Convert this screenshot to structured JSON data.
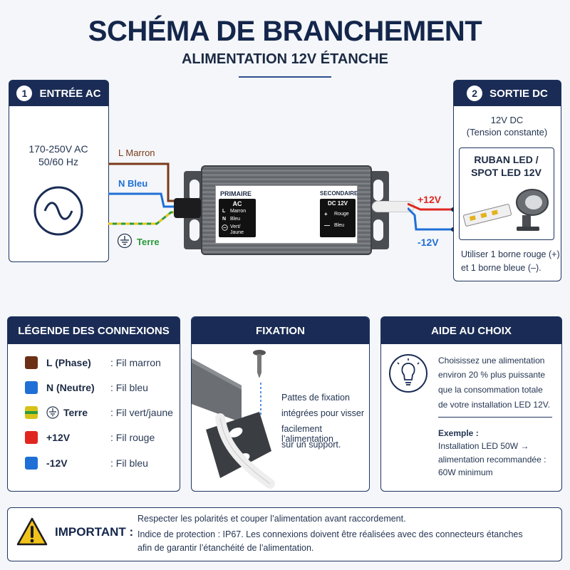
{
  "header": {
    "title": "SCHÉMA DE BRANCHEMENT",
    "subtitle": "ALIMENTATION 12V ÉTANCHE"
  },
  "input_panel": {
    "number": "1",
    "title": "ENTRÉE AC",
    "voltage": "170-250V AC",
    "frequency": "50/60 Hz"
  },
  "output_panel": {
    "number": "2",
    "title": "SORTIE DC",
    "voltage": "12V DC",
    "mode": "(Tension constante)",
    "device_line1": "RUBAN LED /",
    "device_line2": "SPOT LED 12V",
    "note_line1": "Utiliser 1 borne rouge (+)",
    "note_line2": "et 1 borne bleue (–)."
  },
  "wires": {
    "l_label": "L Marron",
    "n_label": "N Bleu",
    "earth_label": "Terre",
    "plus_label": "+12V",
    "minus_label": "-12V",
    "colors": {
      "brown": "#7a3a1a",
      "blue": "#1f6fd6",
      "green": "#2a9a3a",
      "yellow": "#e6c81a",
      "red": "#e0261f"
    }
  },
  "device": {
    "primary_title": "PRIMAIRE",
    "primary_sub": "AC",
    "primary_rows": [
      "L",
      "Marron",
      "N",
      "Bleu",
      "Vert/",
      "Jaune"
    ],
    "secondary_title": "SECONDAIRE",
    "secondary_sub": "DC 12V",
    "secondary_rows": [
      "+",
      "Rouge",
      "—",
      "Bleu"
    ]
  },
  "legend": {
    "title": "LÉGENDE DES CONNEXIONS",
    "rows": [
      {
        "key": "L (Phase)",
        "value": ": Fil marron",
        "color": "#6b2f16"
      },
      {
        "key": "N (Neutre)",
        "value": ": Fil bleu",
        "color": "#1f6fd6"
      },
      {
        "key": "Terre",
        "value": ": Fil vert/jaune",
        "color": "#d8c21a"
      },
      {
        "key": "+12V",
        "value": ": Fil rouge",
        "color": "#e0261f"
      },
      {
        "key": "-12V",
        "value": ": Fil bleu",
        "color": "#1f6fd6"
      }
    ]
  },
  "fixation": {
    "title": "FIXATION",
    "line1": "Pattes de fixation",
    "line2": "intégrées pour visser",
    "line3": "facilement l’alimentation",
    "line4": "sur un support."
  },
  "aide": {
    "title": "AIDE AU CHOIX",
    "line1": "Choisissez une alimentation",
    "line2": "environ 20 % plus puissante",
    "line3": "que la consommation totale",
    "line4": "de votre installation LED 12V.",
    "example_title": "Exemple :",
    "ex1": "Installation LED 50W →",
    "ex2": "alimentation recommandée :",
    "ex3": "60W minimum"
  },
  "important": {
    "label": "IMPORTANT :",
    "line1": "Respecter les polarités et couper l’alimentation avant raccordement.",
    "line2": "Indice de protection : IP67. Les connexions doivent être réalisées avec des connecteurs étanches",
    "line3": "afin de garantir l’étanchéité de l’alimentation."
  }
}
